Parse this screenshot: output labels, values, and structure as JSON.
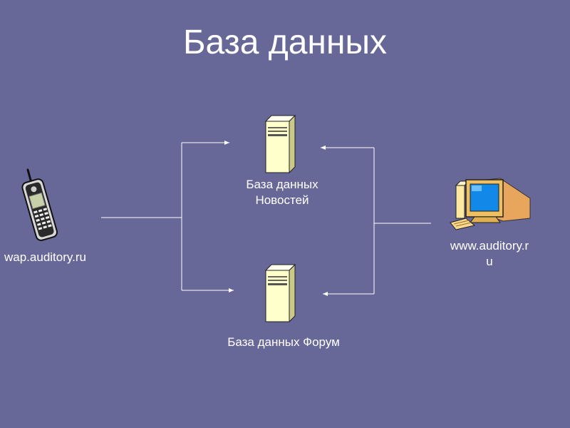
{
  "title": "База данных",
  "nodes": {
    "news_db": {
      "label": "База данных\nНовостей",
      "icon": "server-icon"
    },
    "forum_db": {
      "label": "База данных Форум",
      "icon": "server-icon"
    },
    "wap_client": {
      "label": "wap.auditory.ru",
      "icon": "mobile-phone-icon"
    },
    "web_client": {
      "label": "www.auditory.r\nu",
      "icon": "desktop-computer-icon"
    }
  },
  "edges": [
    {
      "from": "wap_client",
      "to": "news_db"
    },
    {
      "from": "wap_client",
      "to": "forum_db"
    },
    {
      "from": "web_client",
      "to": "news_db"
    },
    {
      "from": "web_client",
      "to": "forum_db"
    }
  ],
  "colors": {
    "background": "#676897",
    "text": "#ffffff",
    "connector": "#ffffff",
    "server_body": "#ffffcc"
  }
}
